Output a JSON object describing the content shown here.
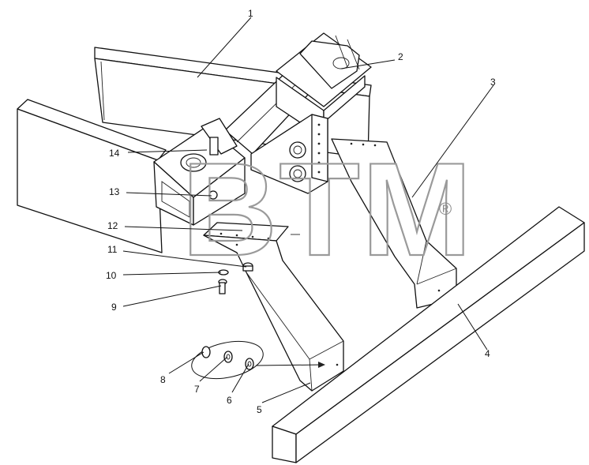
{
  "watermark": {
    "text": "BTM",
    "registered": "®"
  },
  "callouts": [
    {
      "id": "1",
      "label": "1"
    },
    {
      "id": "2",
      "label": "2"
    },
    {
      "id": "3",
      "label": "3"
    },
    {
      "id": "4",
      "label": "4"
    },
    {
      "id": "5",
      "label": "5"
    },
    {
      "id": "6",
      "label": "6"
    },
    {
      "id": "7",
      "label": "7"
    },
    {
      "id": "8",
      "label": "8"
    },
    {
      "id": "9",
      "label": "9"
    },
    {
      "id": "10",
      "label": "10"
    },
    {
      "id": "11",
      "label": "11"
    },
    {
      "id": "12",
      "label": "12"
    },
    {
      "id": "13",
      "label": "13"
    },
    {
      "id": "14",
      "label": "14"
    }
  ]
}
